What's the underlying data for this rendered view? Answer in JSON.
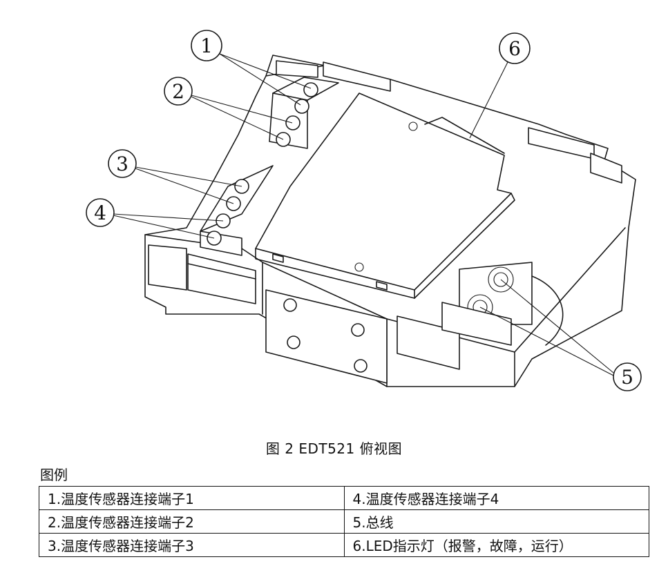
{
  "callouts": [
    {
      "id": "1"
    },
    {
      "id": "2"
    },
    {
      "id": "3"
    },
    {
      "id": "4"
    },
    {
      "id": "5"
    },
    {
      "id": "6"
    }
  ],
  "caption": "图 2  EDT521 俯视图",
  "legend_title": "图例",
  "legend_rows": [
    {
      "left": "1.温度传感器连接端子1",
      "right": "4.温度传感器连接端子4"
    },
    {
      "left": "2.温度传感器连接端子2",
      "right": "5.总线"
    },
    {
      "left": "3.温度传感器连接端子3",
      "right": "6.LED指示灯（报警，故障，运行）"
    }
  ]
}
